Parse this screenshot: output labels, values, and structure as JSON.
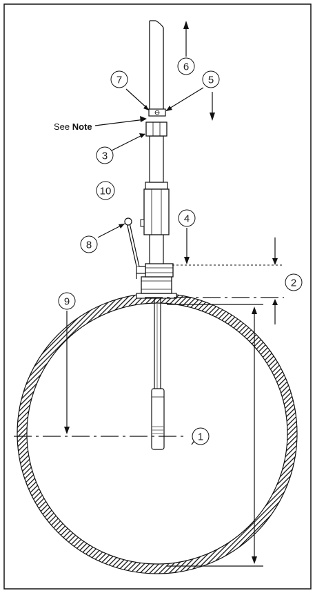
{
  "callouts": {
    "c1": "1",
    "c2": "2",
    "c3": "3",
    "c4": "4",
    "c5": "5",
    "c6": "6",
    "c7": "7",
    "c8": "8",
    "c9": "9",
    "c10": "10"
  },
  "note": {
    "prefix": "See ",
    "bold": "Note"
  },
  "colors": {
    "line": "#111111",
    "pipe_fill": "#ffffff"
  }
}
